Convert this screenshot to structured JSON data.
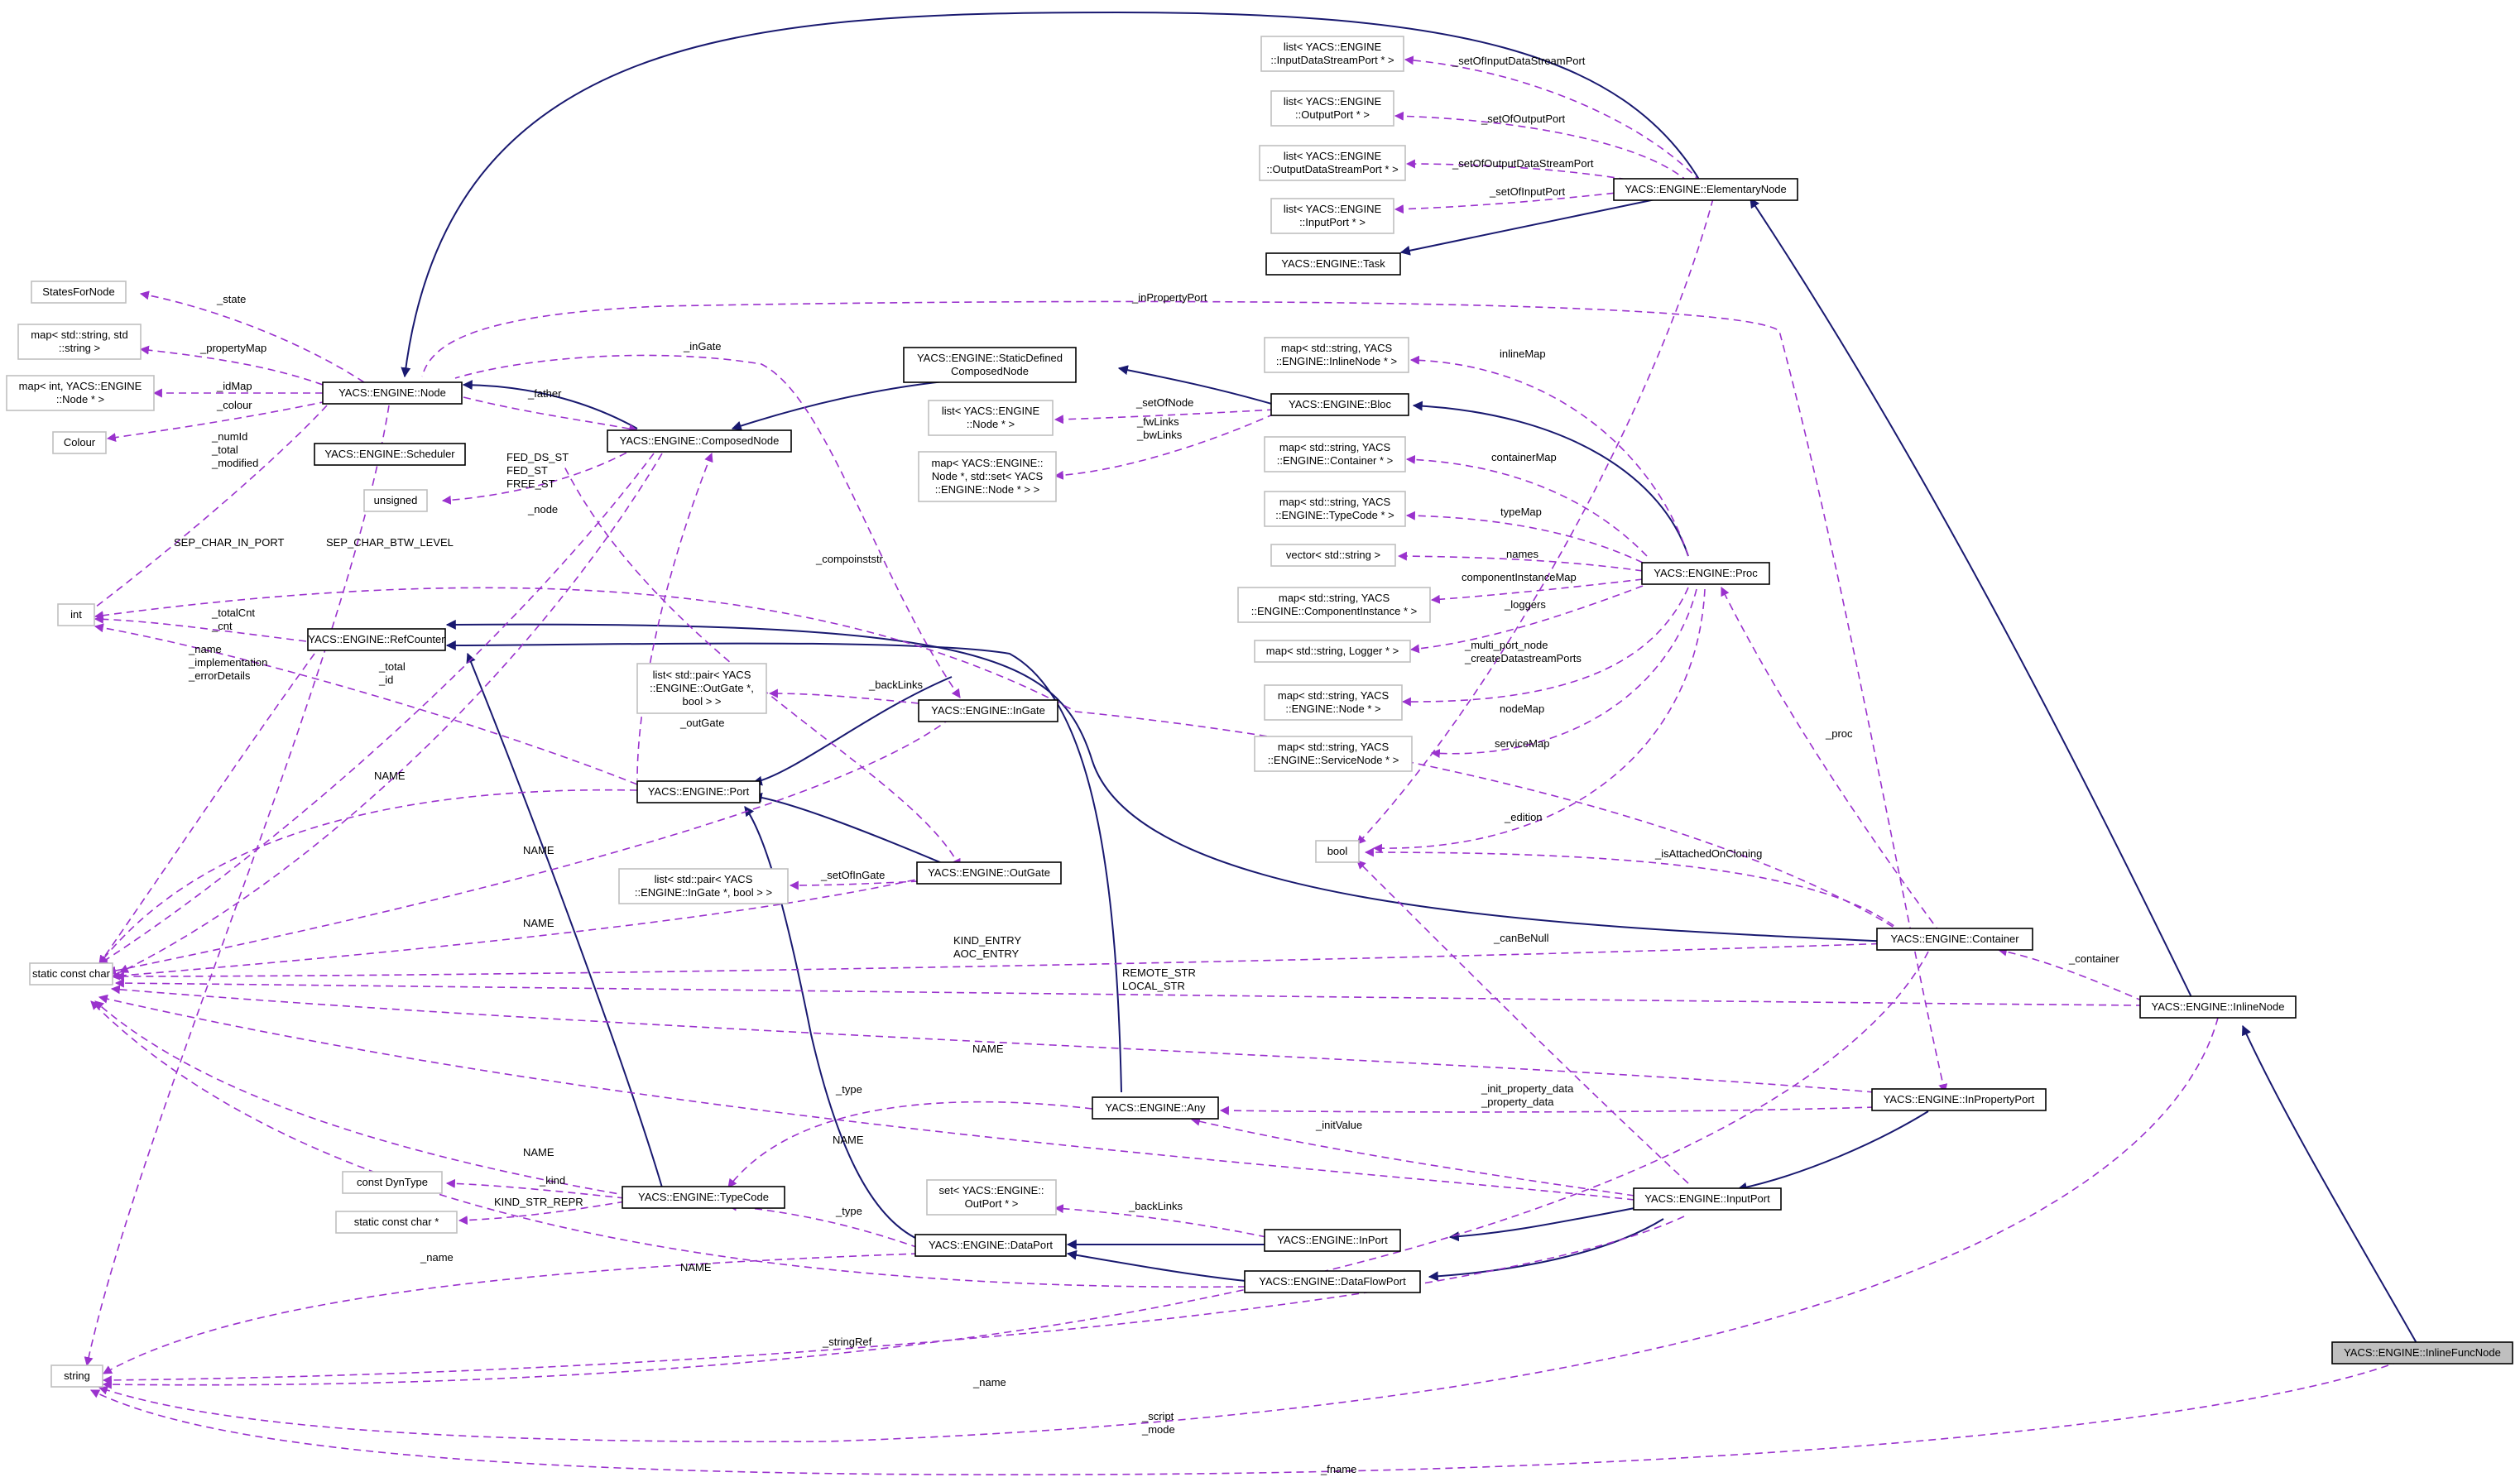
{
  "colors": {
    "inheritance_edge": "#191970",
    "usage_edge": "#9a32cd",
    "current_node_fill": "#bfbfbf",
    "external_border": "#bfbfbf"
  },
  "nodes": {
    "inputDataStreamList": [
      "list< YACS::ENGINE",
      "::InputDataStreamPort * >"
    ],
    "outputPortList": [
      "list< YACS::ENGINE",
      "::OutputPort * >"
    ],
    "outputDataStreamList": [
      "list< YACS::ENGINE",
      "::OutputDataStreamPort * >"
    ],
    "inputPortList": [
      "list< YACS::ENGINE",
      "::InputPort * >"
    ],
    "task": [
      "YACS::ENGINE::Task"
    ],
    "elementaryNode": [
      "YACS::ENGINE::ElementaryNode"
    ],
    "statesForNode": [
      "StatesForNode"
    ],
    "propertyMap": [
      "map< std::string, std",
      "::string >"
    ],
    "idMap": [
      "map< int, YACS::ENGINE",
      "::Node * >"
    ],
    "colour": [
      "Colour"
    ],
    "node": [
      "YACS::ENGINE::Node"
    ],
    "scheduler": [
      "YACS::ENGINE::Scheduler"
    ],
    "composedNode": [
      "YACS::ENGINE::ComposedNode"
    ],
    "staticDefined": [
      "YACS::ENGINE::StaticDefined",
      "ComposedNode"
    ],
    "nodeList": [
      "list< YACS::ENGINE",
      "::Node * >"
    ],
    "linksMap": [
      "map< YACS::ENGINE::",
      "Node *, std::set< YACS",
      "::ENGINE::Node * > >"
    ],
    "bloc": [
      "YACS::ENGINE::Bloc"
    ],
    "inlineNodeMap": [
      "map< std::string, YACS",
      "::ENGINE::InlineNode * >"
    ],
    "containerMap": [
      "map< std::string, YACS",
      "::ENGINE::Container * >"
    ],
    "typeCodeMap": [
      "map< std::string, YACS",
      "::ENGINE::TypeCode * >"
    ],
    "stringVector": [
      "vector< std::string >"
    ],
    "componentMap": [
      "map< std::string, YACS",
      "::ENGINE::ComponentInstance * >"
    ],
    "loggerMap": [
      "map< std::string, Logger * >"
    ],
    "nodeMap": [
      "map< std::string, YACS",
      "::ENGINE::Node * >"
    ],
    "serviceMap": [
      "map< std::string, YACS",
      "::ENGINE::ServiceNode * >"
    ],
    "proc": [
      "YACS::ENGINE::Proc"
    ],
    "unsigned": [
      "unsigned"
    ],
    "int": [
      "int"
    ],
    "refCounter": [
      "YACS::ENGINE::RefCounter"
    ],
    "outGatePairList": [
      "list< std::pair< YACS",
      "::ENGINE::OutGate *,",
      "bool > >"
    ],
    "inGate": [
      "YACS::ENGINE::InGate"
    ],
    "port": [
      "YACS::ENGINE::Port"
    ],
    "inGatePairList": [
      "list< std::pair< YACS",
      "::ENGINE::InGate *, bool > >"
    ],
    "outGate": [
      "YACS::ENGINE::OutGate"
    ],
    "bool": [
      "bool"
    ],
    "staticConstChar": [
      "static const char"
    ],
    "container": [
      "YACS::ENGINE::Container"
    ],
    "inlineNode": [
      "YACS::ENGINE::InlineNode"
    ],
    "any": [
      "YACS::ENGINE::Any"
    ],
    "inPropertyPort": [
      "YACS::ENGINE::InPropertyPort"
    ],
    "dynType": [
      "const DynType"
    ],
    "staticConstCharPtr": [
      "static const char *"
    ],
    "typeCode": [
      "YACS::ENGINE::TypeCode"
    ],
    "outPortSet": [
      "set< YACS::ENGINE::",
      "OutPort * >"
    ],
    "inputPort": [
      "YACS::ENGINE::InputPort"
    ],
    "inPort": [
      "YACS::ENGINE::InPort"
    ],
    "dataPort": [
      "YACS::ENGINE::DataPort"
    ],
    "dataFlowPort": [
      "YACS::ENGINE::DataFlowPort"
    ],
    "string": [
      "string"
    ],
    "inlineFuncNode": [
      "YACS::ENGINE::InlineFuncNode"
    ]
  },
  "labels": {
    "setOfInputDataStreamPort": [
      "_setOfInputDataStreamPort"
    ],
    "setOfOutputPort": [
      "_setOfOutputPort"
    ],
    "setOfOutputDataStreamPort": [
      "_setOfOutputDataStreamPort"
    ],
    "setOfInputPort": [
      "_setOfInputPort"
    ],
    "inPropertyPort": [
      "_inPropertyPort"
    ],
    "state": [
      "_state"
    ],
    "propertyMap": [
      "_propertyMap"
    ],
    "idMap": [
      "_idMap"
    ],
    "colour": [
      "_colour"
    ],
    "inGate": [
      "_inGate"
    ],
    "father": [
      "_father"
    ],
    "setOfNode": [
      "_setOfNode"
    ],
    "fwbwLinks": [
      "_fwLinks",
      "_bwLinks"
    ],
    "inlineMap": [
      "inlineMap"
    ],
    "containerMap": [
      "containerMap"
    ],
    "typeMap": [
      "typeMap"
    ],
    "names": [
      "names"
    ],
    "componentInstanceMap": [
      "componentInstanceMap"
    ],
    "loggers": [
      "_loggers"
    ],
    "multiPort": [
      "_multi_port_node",
      "_createDatastreamPorts"
    ],
    "nodeMap": [
      "nodeMap"
    ],
    "serviceMap": [
      "serviceMap"
    ],
    "edition": [
      "_edition"
    ],
    "numId": [
      "_numId",
      "_total",
      "_modified"
    ],
    "fedStates": [
      "FED_DS_ST",
      "FED_ST",
      "FREE_ST"
    ],
    "sepCharInPort": [
      "SEP_CHAR_IN_PORT"
    ],
    "sepCharBtwLevel": [
      "SEP_CHAR_BTW_LEVEL"
    ],
    "node": [
      "_node"
    ],
    "compoinststr": [
      "_compoinststr"
    ],
    "totalCnt": [
      "_totalCnt",
      "_cnt"
    ],
    "nameImpl": [
      "_name",
      "_implementation",
      "_errorDetails"
    ],
    "totalId": [
      "_total",
      "_id"
    ],
    "backLinksGate": [
      "_backLinks"
    ],
    "outGate": [
      "_outGate"
    ],
    "nameStaticPort": [
      "NAME"
    ],
    "nameStaticInGate": [
      "NAME"
    ],
    "nameStaticOutGate": [
      "NAME"
    ],
    "setOfInGate": [
      "_setOfInGate"
    ],
    "proc": [
      "_proc"
    ],
    "isAttachedOnCloning": [
      "_isAttachedOnCloning"
    ],
    "canBeNull": [
      "_canBeNull"
    ],
    "kindEntry": [
      "KIND_ENTRY",
      "AOC_ENTRY"
    ],
    "remoteStr": [
      "REMOTE_STR",
      "LOCAL_STR"
    ],
    "container": [
      "_container"
    ],
    "nameInProp": [
      "NAME"
    ],
    "type": [
      "_type"
    ],
    "initPropertyData": [
      "_init_property_data",
      "_property_data"
    ],
    "initValue": [
      "_initValue"
    ],
    "nameAny": [
      "NAME"
    ],
    "nameStaticTypeCode": [
      "NAME"
    ],
    "kind": [
      "_kind"
    ],
    "kindStrRepr": [
      "KIND_STR_REPR"
    ],
    "typeData": [
      "_type"
    ],
    "backLinksPort": [
      "_backLinks"
    ],
    "nameStaticData": [
      "NAME"
    ],
    "nameString": [
      "_name"
    ],
    "stringRef": [
      "_stringRef"
    ],
    "nameContainer": [
      "_name"
    ],
    "scriptMode": [
      "_script",
      "_mode"
    ],
    "fname": [
      "_fname"
    ]
  }
}
